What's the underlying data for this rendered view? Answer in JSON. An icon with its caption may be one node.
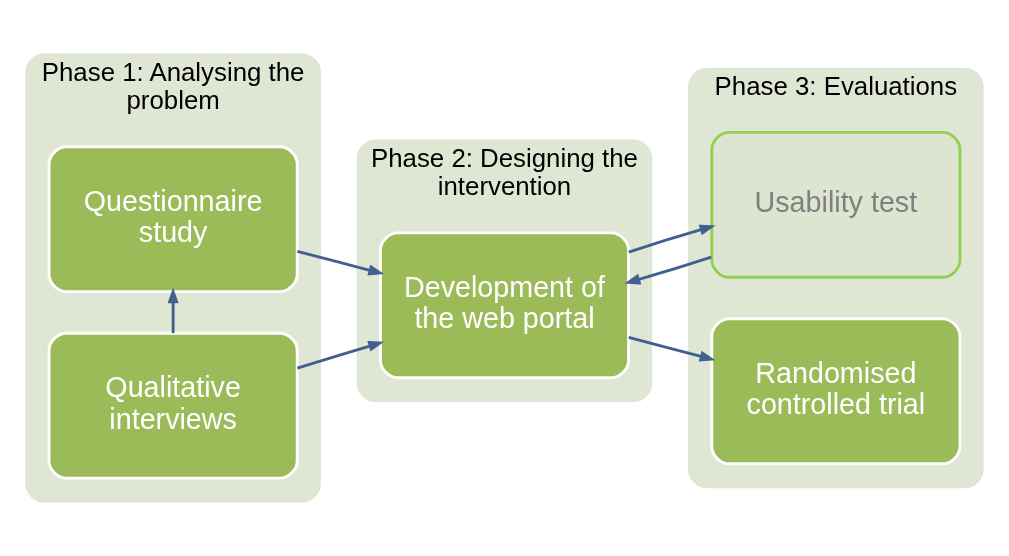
{
  "diagram": {
    "nodes": [
      {
        "text": [
          "Phase 1: Analysing the problem"
        ]
      },
      {
        "text": [
          "Qualitative interviews"
        ],
        "in": 0
      },
      {
        "text": [
          "Questionnaire study"
        ],
        "in": 0
      },
      {
        "text": [
          "Phase 2: Designing the intervention"
        ]
      },
      {
        "text": [
          "Development of the web portal"
        ],
        "in": 3
      },
      {
        "text": [
          "Phase 3: Evaluations"
        ]
      },
      {
        "text": [
          "Usability test"
        ],
        "in": 5
      },
      {
        "text": [
          "Randomised controlled trial"
        ],
        "in": 5
      }
    ],
    "edges": [
      {
        "from": 1,
        "to": 2,
        "arrow": "to"
      },
      {
        "from": 1,
        "to": 4,
        "arrow": "to"
      },
      {
        "from": 2,
        "to": 4,
        "arrow": "to"
      },
      {
        "from": 4,
        "to": 6,
        "arrow": "to"
      },
      {
        "from": 6,
        "to": 4,
        "arrow": "to"
      },
      {
        "from": 4,
        "to": 7,
        "arrow": "to"
      }
    ]
  }
}
